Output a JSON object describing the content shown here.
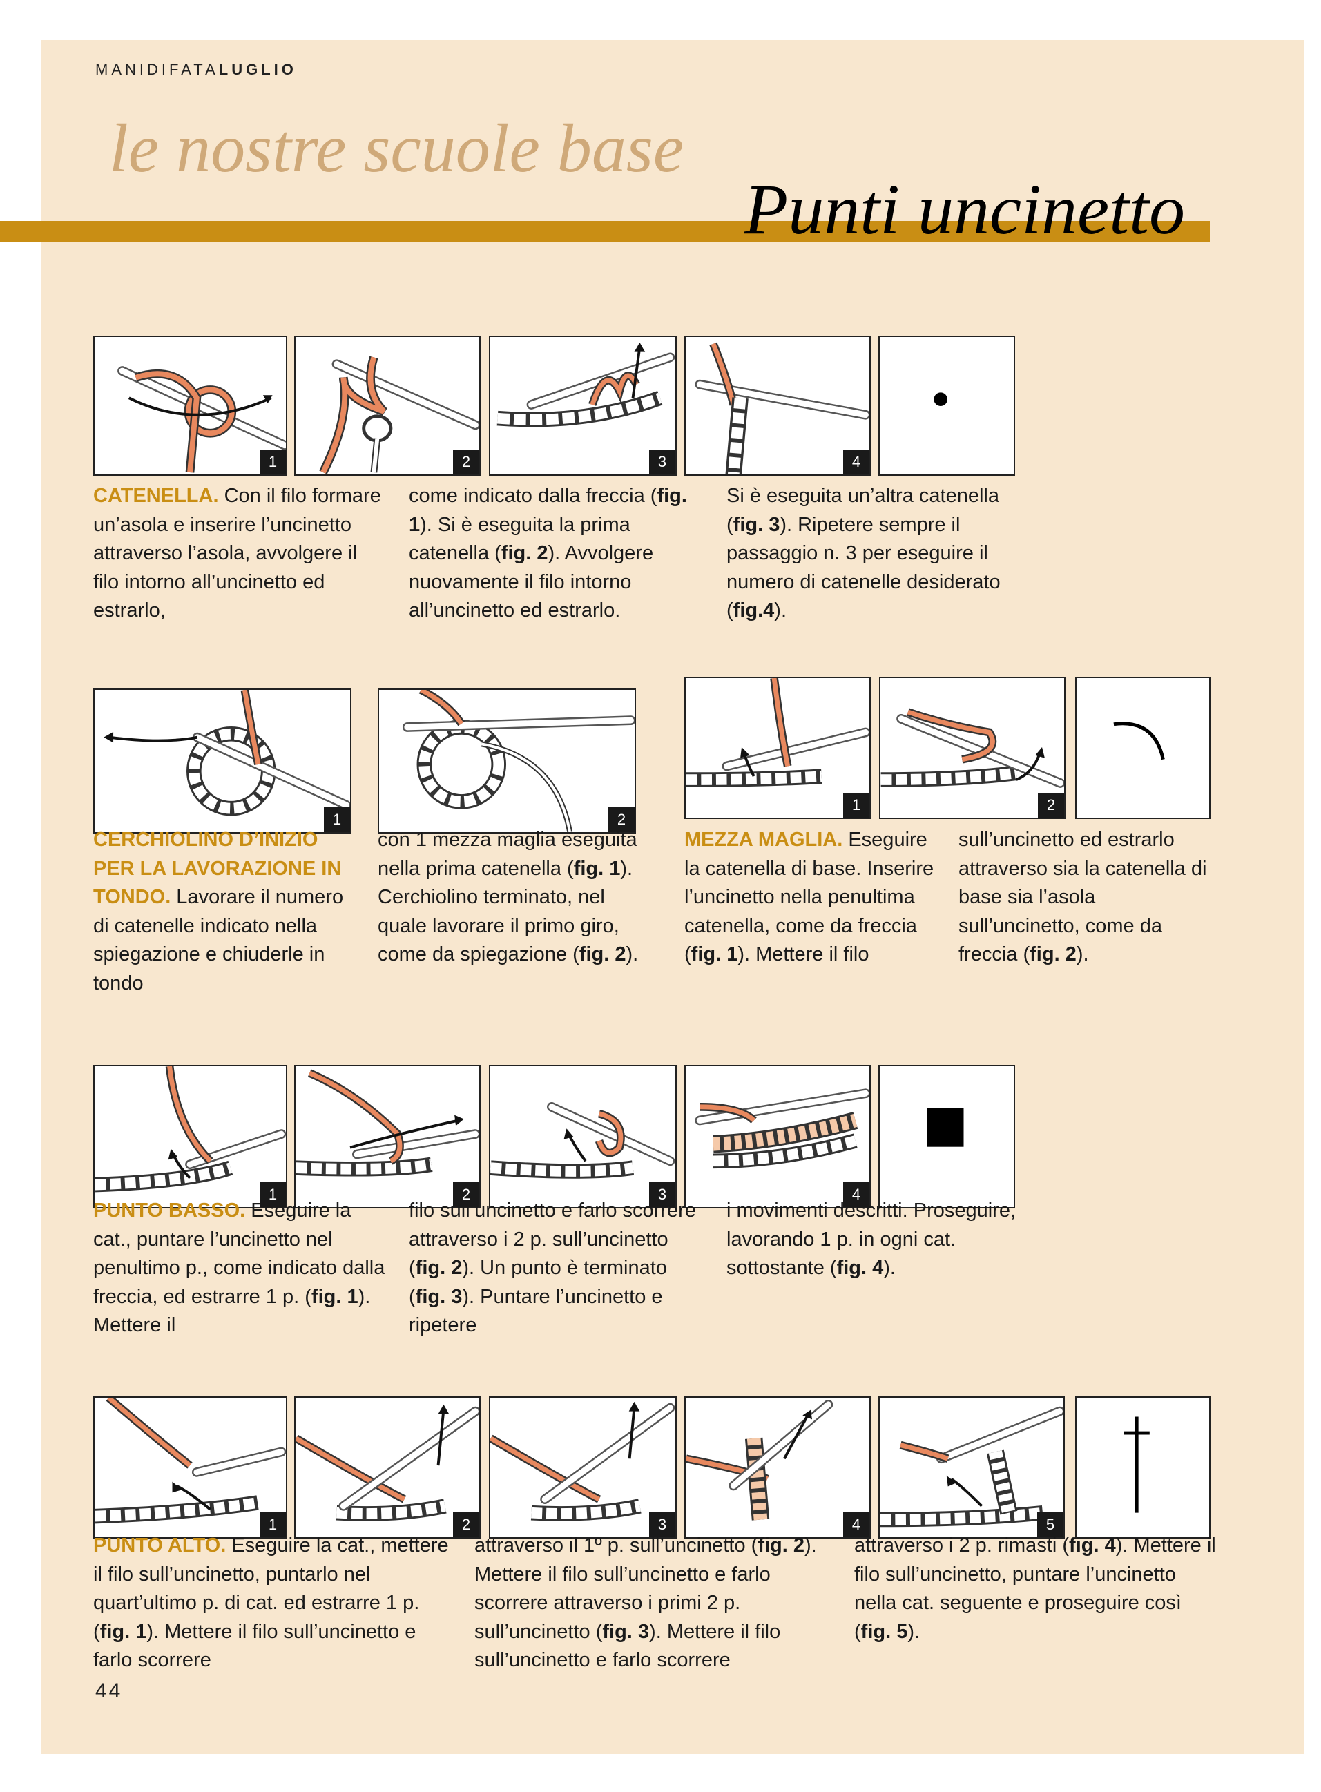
{
  "header": {
    "kicker_prefix": "MANIDIFATA",
    "kicker_month": "LUGLIO",
    "title": "le nostre scuole base",
    "section_title": "Punti uncinetto"
  },
  "sections": {
    "catenella": {
      "fig_numbers": [
        "1",
        "2",
        "3",
        "4"
      ],
      "symbol": "dot",
      "col1": {
        "lead": "CATENELLA.",
        "text": " Con il filo formare un’asola e inserire l’uncinetto attraverso l’asola, avvolgere il filo intorno all’uncinetto ed estrarlo,"
      },
      "col2": {
        "t1": "come indicato dalla freccia (",
        "b1": "fig. 1",
        "t2": "). Si è eseguita la prima catenella (",
        "b2": "fig. 2",
        "t3": "). Avvolgere nuovamente il filo intorno all’uncinetto ed estrarlo."
      },
      "col3": {
        "t1": "Si è eseguita un’altra catenella (",
        "b1": "fig. 3",
        "t2": "). Ripetere sempre il passaggio n. 3 per eseguire il numero di catenelle desiderato (",
        "b2": "fig.4",
        "t3": ")."
      }
    },
    "cerchiolino": {
      "fig_numbers": [
        "1",
        "2"
      ],
      "col1": {
        "lead": "CERCHIOLINO D’INIZIO PER LA LAVORAZIONE IN TONDO.",
        "text": " Lavorare il numero di catenelle indicato nella spiegazione e chiuderle in tondo"
      },
      "col2": {
        "t1": "con 1 mezza maglia eseguita nella prima catenella (",
        "b1": "fig. 1",
        "t2": "). Cerchiolino terminato, nel quale lavorare il primo giro, come da spiegazione (",
        "b2": "fig. 2",
        "t3": ")."
      }
    },
    "mezza_maglia": {
      "fig_numbers": [
        "1",
        "2"
      ],
      "symbol": "arc",
      "col1": {
        "lead": "MEZZA MAGLIA.",
        "t1": " Eseguire la catenella di base. Inserire l’uncinetto nella penultima catenella, come da freccia (",
        "b1": "fig. 1",
        "t2": "). Mettere il filo"
      },
      "col2": {
        "t1": "sull’uncinetto ed estrarlo attraverso sia la catenella di base sia l’asola sull’uncinetto, come da freccia (",
        "b1": "fig. 2",
        "t2": ")."
      }
    },
    "punto_basso": {
      "fig_numbers": [
        "1",
        "2",
        "3",
        "4"
      ],
      "symbol": "square",
      "col1": {
        "lead": "PUNTO BASSO.",
        "t1": " Eseguire la cat., puntare l’uncinetto nel penultimo p., come indicato dalla freccia, ed estrarre 1 p. (",
        "b1": "fig. 1",
        "t2": "). Mettere il"
      },
      "col2": {
        "t1": "filo sull’uncinetto e farlo scorrere attraverso i 2 p. sull’uncinetto (",
        "b1": "fig. 2",
        "t2": "). Un punto è terminato (",
        "b2": "fig. 3",
        "t3": "). Puntare l’uncinetto e ripetere"
      },
      "col3": {
        "t1": "i movimenti descritti. Proseguire, lavorando 1 p. in ogni cat. sottostante (",
        "b1": "fig. 4",
        "t2": ")."
      }
    },
    "punto_alto": {
      "fig_numbers": [
        "1",
        "2",
        "3",
        "4",
        "5"
      ],
      "symbol": "cross",
      "col1": {
        "lead": "PUNTO ALTO.",
        "t1": " Eseguire la cat., mettere il filo sull’uncinetto, puntarlo nel quart’ultimo p. di cat. ed estrarre 1 p. (",
        "b1": "fig. 1",
        "t2": "). Mettere il filo sull’uncinetto e farlo scorrere"
      },
      "col2": {
        "t1": "attraverso il 1º p. sull’uncinetto (",
        "b1": "fig. 2",
        "t2": "). Mettere il filo sull’uncinetto e farlo scorrere attraverso i primi 2 p. sull’uncinetto (",
        "b2": "fig. 3",
        "t3": "). Mettere il filo sull’uncinetto e farlo scorrere"
      },
      "col3": {
        "t1": "attraverso i 2 p. rimasti (",
        "b1": "fig. 4",
        "t2": "). Mettere il filo sull’uncinetto, puntare l’uncinetto nella cat. seguente e proseguire così (",
        "b2": "fig. 5",
        "t3": ")."
      }
    }
  },
  "page_number": "44",
  "colors": {
    "accent": "#c98e14",
    "title": "#cfa979",
    "background": "#f8e7cf",
    "yarn": "#e8885e"
  }
}
